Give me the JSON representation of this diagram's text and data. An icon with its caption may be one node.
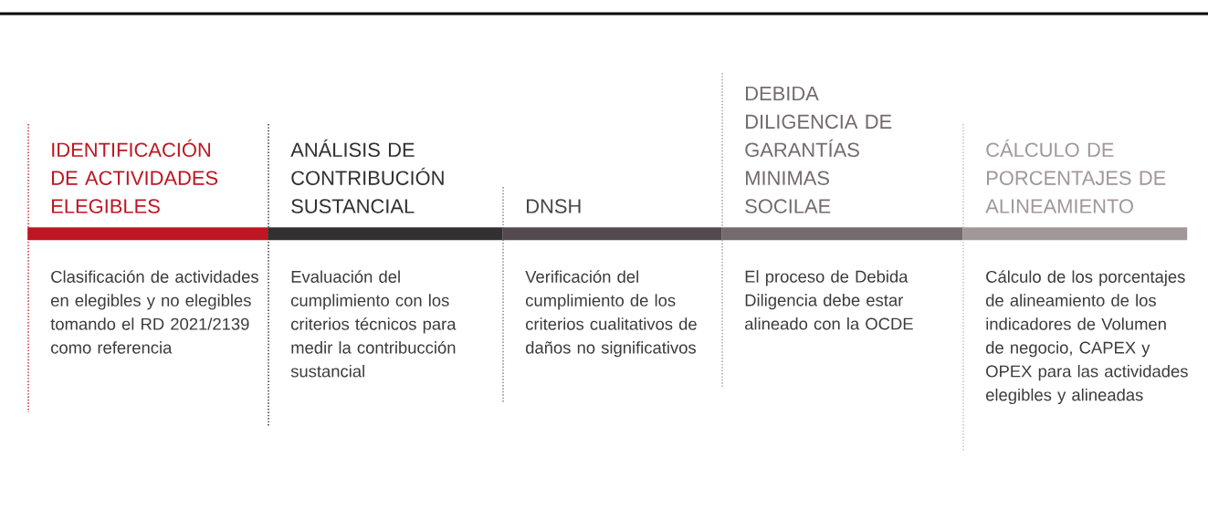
{
  "diagram": {
    "nodes": [
      {
        "text": [
          "IDENTIFICACIÓN DE ACTIVIDADES ELEGIBLES",
          "Clasificación de actividades en elegibles y no elegibles tomando el RD 2021/2139 como referencia"
        ]
      },
      {
        "text": [
          "ANÁLISIS DE CONTRIBUCIÓN SUSTANCIAL",
          "Evaluación del cumplimiento con los criterios técnicos para medir la contribucción sustancial"
        ]
      },
      {
        "text": [
          "DNSH",
          "Verificación del cumplimiento de los criterios cualitativos de daños no significativos"
        ]
      },
      {
        "text": [
          "DEBIDA DILIGENCIA DE GARANTÍAS MINIMAS SOCILAE",
          "El proceso de Debida Diligencia debe estar alineado con la OCDE"
        ]
      },
      {
        "text": [
          "CÁLCULO DE PORCENTAJES DE ALINEAMIENTO",
          "Cálculo de los porcentajes de alineamiento de los indicadores de Volumen de negocio, CAPEX y OPEX para las actividades elegibles y alineadas"
        ]
      }
    ]
  }
}
